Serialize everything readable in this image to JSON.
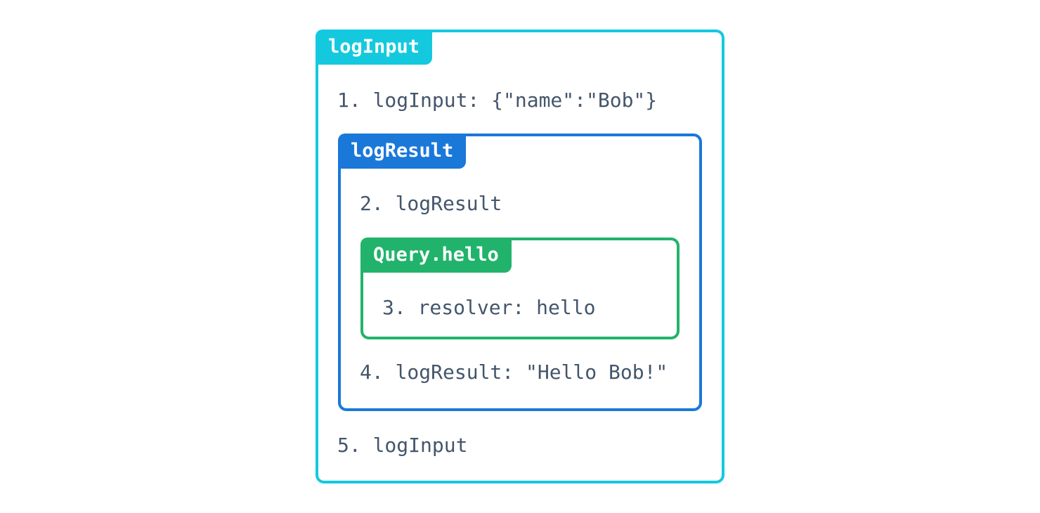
{
  "colors": {
    "outer": "#14c9de",
    "middle": "#1a78d9",
    "inner": "#21b36b",
    "text": "#44566b",
    "badge_text": "#ffffff",
    "background": "#ffffff"
  },
  "diagram": {
    "outer": {
      "label": "logInput",
      "step_before": "1. logInput: {\"name\":\"Bob\"}",
      "step_after": "5. logInput",
      "middle": {
        "label": "logResult",
        "step_before": "2. logResult",
        "step_after": "4. logResult: \"Hello Bob!\"",
        "inner": {
          "label": "Query.hello",
          "step": "3. resolver: hello"
        }
      }
    }
  }
}
